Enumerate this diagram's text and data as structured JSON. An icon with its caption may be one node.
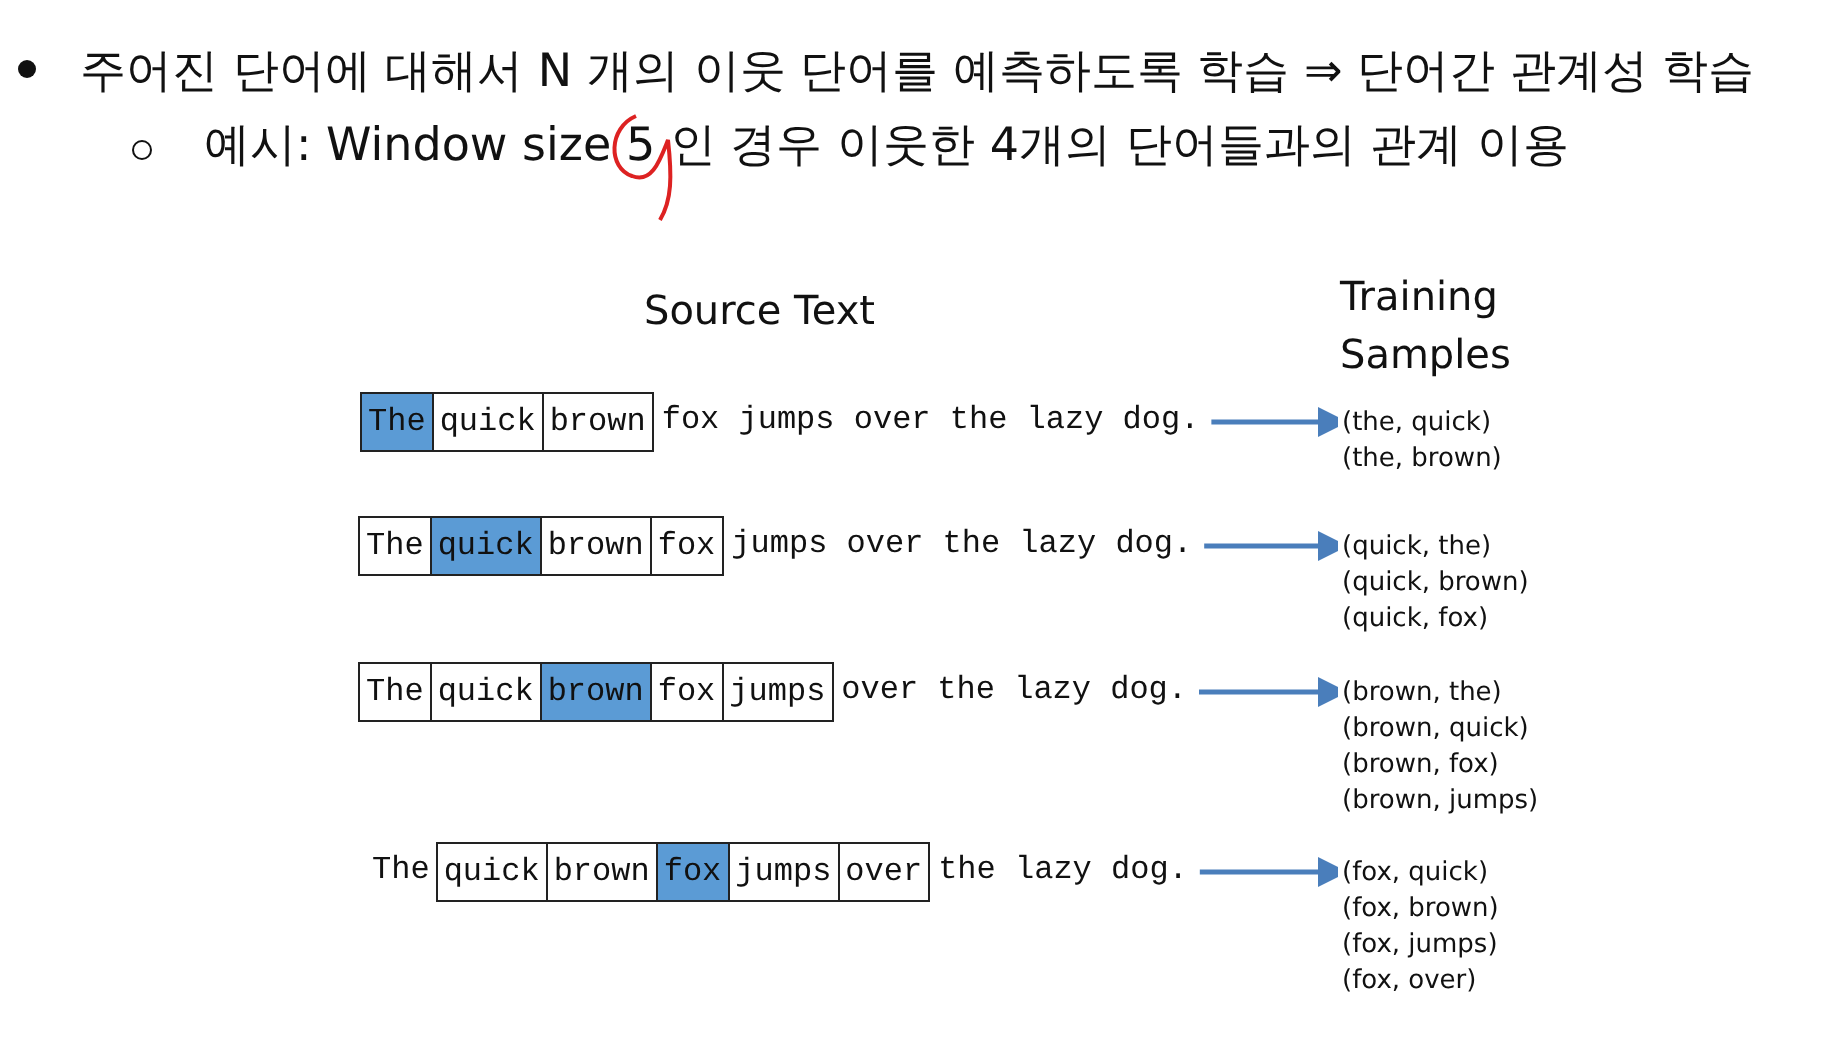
{
  "diagram": {
    "nodes": [
      {
        "text": [
          "The"
        ]
      },
      {
        "text": [
          "quick"
        ]
      },
      {
        "text": [
          "brown"
        ]
      },
      {
        "text": [
          "fox jumps over the lazy dog."
        ]
      },
      {
        "text": [
          "(the, quick)",
          "(the, brown)"
        ]
      },
      {
        "text": [
          "The"
        ]
      },
      {
        "text": [
          "quick"
        ]
      },
      {
        "text": [
          "brown"
        ]
      },
      {
        "text": [
          "fox"
        ]
      },
      {
        "text": [
          "jumps over the lazy dog."
        ]
      },
      {
        "text": [
          "(quick, the)",
          "(quick, brown)",
          "(quick, fox)"
        ]
      },
      {
        "text": [
          "The"
        ]
      },
      {
        "text": [
          "quick"
        ]
      },
      {
        "text": [
          "brown"
        ]
      },
      {
        "text": [
          "fox"
        ]
      },
      {
        "text": [
          "jumps"
        ]
      },
      {
        "text": [
          "over the lazy dog."
        ]
      },
      {
        "text": [
          "(brown, the)",
          "(brown, quick)",
          "(brown, fox)",
          "(brown, jumps)"
        ]
      },
      {
        "text": [
          "quick"
        ]
      },
      {
        "text": [
          "brown"
        ]
      },
      {
        "text": [
          "fox"
        ]
      },
      {
        "text": [
          "jumps"
        ]
      },
      {
        "text": [
          "over"
        ]
      },
      {
        "text": [
          "the lazy dog."
        ]
      },
      {
        "text": [
          "(fox, quick)",
          "(fox, brown)",
          "(fox, jumps)",
          "(fox, over)"
        ]
      }
    ],
    "edges": [
      {
        "from": 3,
        "to": 4,
        "arrow": "to"
      },
      {
        "from": 9,
        "to": 10,
        "arrow": "to"
      },
      {
        "from": 16,
        "to": 17,
        "arrow": "to"
      },
      {
        "from": 23,
        "to": 24,
        "arrow": "to"
      }
    ],
    "labels": [
      "주어진 단어에 대해서 N 개의 이웃 단어를 예측하도록 학습 ⇒ 단어간 관계성 학습",
      "예시: Window size 5 인 경우 이웃한 4개의 단어들과의 관계 이용",
      "Source Text",
      "Training Samples",
      "The"
    ]
  }
}
